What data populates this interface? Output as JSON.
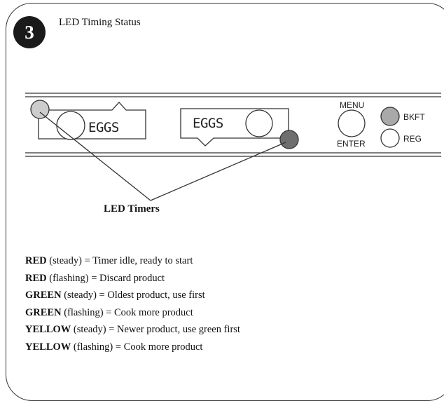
{
  "step": {
    "number": "3",
    "title": "LED Timing Status"
  },
  "panel": {
    "left_display": "EGGS",
    "right_display": "EGGS",
    "menu_label": "MENU",
    "enter_label": "ENTER",
    "bkft_label": "BKFT",
    "reg_label": "REG",
    "led_timers_label": "LED Timers",
    "colors": {
      "led_left": "#cccccc",
      "led_right": "#6e6e6e",
      "bkft_led": "#a9a9a9"
    }
  },
  "legend": [
    {
      "color": "RED",
      "desc": " (steady) = Timer idle, ready to start"
    },
    {
      "color": "RED",
      "desc": " (flashing) = Discard product"
    },
    {
      "color": "GREEN",
      "desc": " (steady) = Oldest product, use first"
    },
    {
      "color": "GREEN",
      "desc": " (flashing) = Cook more product"
    },
    {
      "color": "YELLOW",
      "desc": " (steady) = Newer product, use green first"
    },
    {
      "color": "YELLOW",
      "desc": " (flashing) = Cook more product"
    }
  ]
}
